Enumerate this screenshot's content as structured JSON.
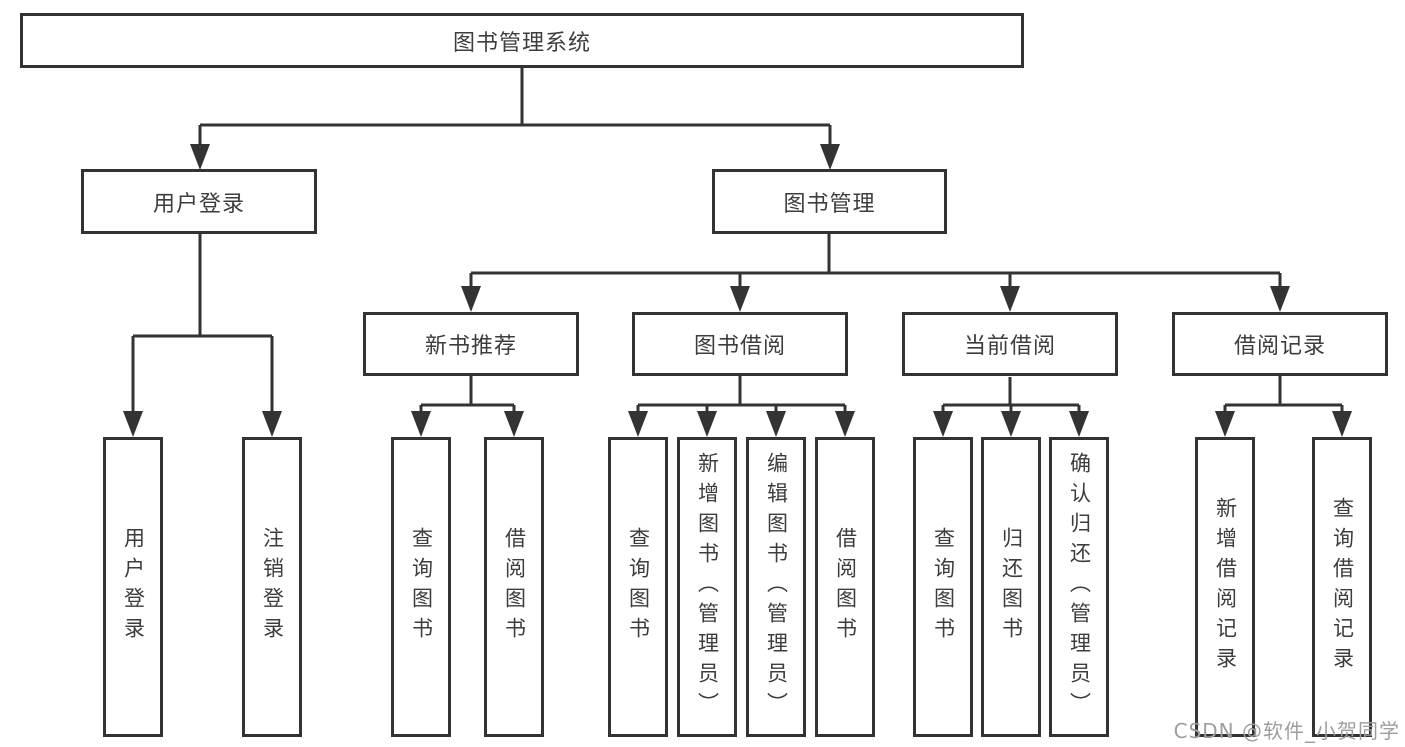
{
  "diagram": {
    "type": "hierarchy-tree",
    "tree": {
      "label": "图书管理系统",
      "children": [
        {
          "label": "用户登录",
          "children": [
            {
              "label": "用户登录"
            },
            {
              "label": "注销登录"
            }
          ]
        },
        {
          "label": "图书管理",
          "children": [
            {
              "label": "新书推荐",
              "children": [
                {
                  "label": "查询图书"
                },
                {
                  "label": "借阅图书"
                }
              ]
            },
            {
              "label": "图书借阅",
              "children": [
                {
                  "label": "查询图书"
                },
                {
                  "label": "新增图书（管理员）"
                },
                {
                  "label": "编辑图书（管理员）"
                },
                {
                  "label": "借阅图书"
                }
              ]
            },
            {
              "label": "当前借阅",
              "children": [
                {
                  "label": "查询图书"
                },
                {
                  "label": "归还图书"
                },
                {
                  "label": "确认归还（管理员）"
                }
              ]
            },
            {
              "label": "借阅记录",
              "children": [
                {
                  "label": "新增借阅记录"
                },
                {
                  "label": "查询借阅记录"
                }
              ]
            }
          ]
        }
      ]
    }
  },
  "watermark": "CSDN @软件_小贺同学",
  "colors": {
    "line": "#333333",
    "text": "#3d3d3d",
    "watermark": "#9e9e9e",
    "background": "#ffffff"
  }
}
